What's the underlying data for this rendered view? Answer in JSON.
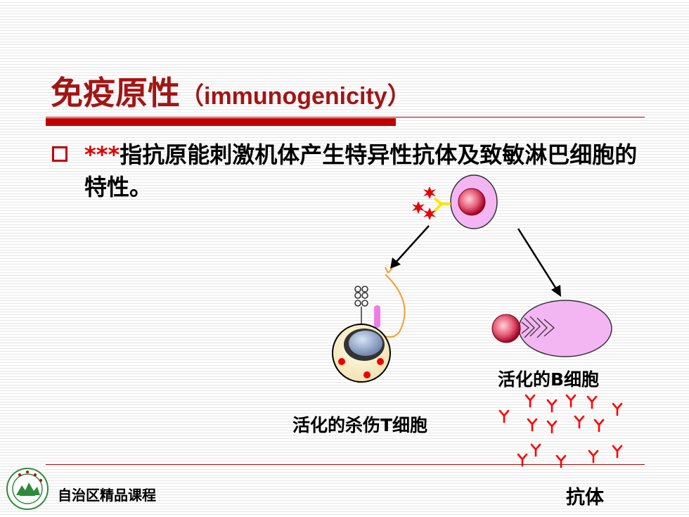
{
  "slide": {
    "title_cn": "免疫原性",
    "title_en": "（immunogenicity）",
    "bullet_stars": "***",
    "bullet_text": "指抗原能刺激机体产生特异性抗体及致敏淋巴细胞的特性。"
  },
  "diagram": {
    "b_cell_label": "活化的B细胞",
    "t_cell_label": "活化的杀伤T细胞",
    "antibody_label": "抗体"
  },
  "footer": {
    "course_label": "自治区精品课程"
  },
  "colors": {
    "title": "#a31515",
    "accent_bar": "#c00000",
    "stars": "#e00000",
    "cell_pink": "#f0b0f0",
    "antibody_red": "#ff0000"
  }
}
